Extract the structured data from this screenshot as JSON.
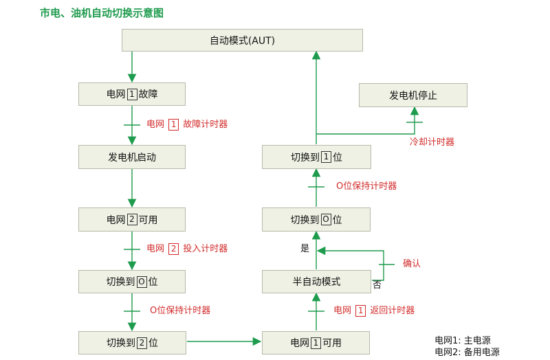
{
  "title": "市电、油机自动切换示意图",
  "boxes": {
    "aut": "自动模式(AUT)",
    "grid1_fault": {
      "pre": "电网",
      "num": "1",
      "post": "故障"
    },
    "gen_start": "发电机启动",
    "grid2_ok": {
      "pre": "电网",
      "num": "2",
      "post": "可用"
    },
    "switch_o_left": {
      "pre": "切换到",
      "num": "O",
      "post": "位"
    },
    "switch_2": {
      "pre": "切换到",
      "num": "2",
      "post": "位"
    },
    "grid1_ok": {
      "pre": "电网",
      "num": "1",
      "post": "可用"
    },
    "semi_auto": "半自动模式",
    "switch_o_right": {
      "pre": "切换到",
      "num": "O",
      "post": "位"
    },
    "switch_1": {
      "pre": "切换到",
      "num": "1",
      "post": "位"
    },
    "gen_stop": "发电机停止"
  },
  "labels": {
    "grid1_fault_timer": {
      "pre": "电网",
      "num": "1",
      "post": "故障计时器"
    },
    "grid2_input_timer": {
      "pre": "电网",
      "num": "2",
      "post": "投入计时器"
    },
    "o_hold_left": "O位保持计时器",
    "grid1_return_timer": {
      "pre": "电网",
      "num": "1",
      "post": "返回计时器"
    },
    "o_hold_right": "O位保持计时器",
    "cool_timer": "冷却计时器",
    "confirm": "确认",
    "yes": "是",
    "no": "否"
  },
  "legend": {
    "line1": "电网1: 主电源",
    "line2": "电网2: 备用电源"
  },
  "colors": {
    "arrow": "#1e9b4d",
    "label": "#d22a2a",
    "box_fill": "#eef1e4",
    "title": "#1e9b4d"
  }
}
